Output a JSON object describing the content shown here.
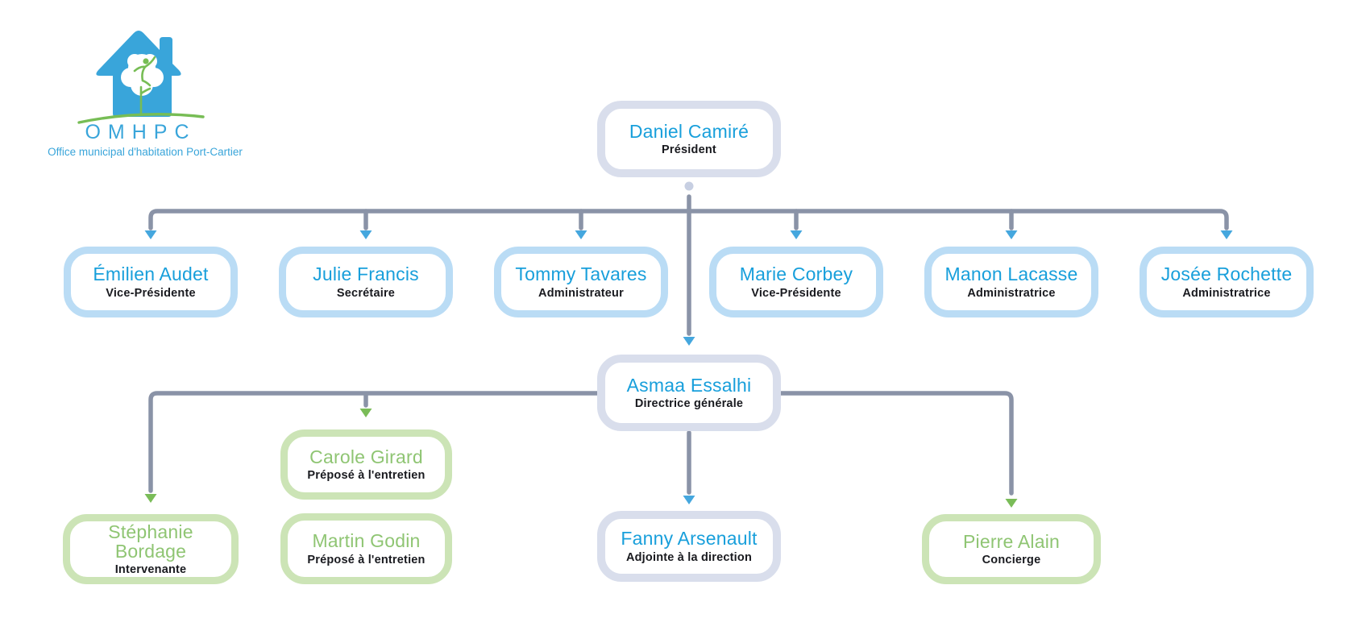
{
  "logo": {
    "acronym": "OMHPC",
    "subtitle": "Office municipal d'habitation Port-Cartier"
  },
  "palette": {
    "accent_blue": "#189fdb",
    "accent_green": "#8fc573",
    "border_blue": "#badcf5",
    "border_green": "#cce4b6",
    "border_gray": "#d9deec",
    "line_gray": "#8a93a7",
    "arrow_blue": "#45a7de",
    "arrow_green": "#7abc58",
    "dot": "#c7cfe2",
    "title_text": "#191a1f",
    "logo_blue": "#39a5da",
    "logo_green": "#77bd55"
  },
  "nodes": {
    "daniel": {
      "name": "Daniel Camiré",
      "title": "Président",
      "variant": "gray"
    },
    "emilien": {
      "name": "Émilien Audet",
      "title": "Vice-Présidente",
      "variant": "blue"
    },
    "julie": {
      "name": "Julie Francis",
      "title": "Secrétaire",
      "variant": "blue"
    },
    "tommy": {
      "name": "Tommy Tavares",
      "title": "Administrateur",
      "variant": "blue"
    },
    "marie": {
      "name": "Marie Corbey",
      "title": "Vice-Présidente",
      "variant": "blue"
    },
    "manon": {
      "name": "Manon Lacasse",
      "title": "Administratrice",
      "variant": "blue"
    },
    "josee": {
      "name": "Josée Rochette",
      "title": "Administratrice",
      "variant": "blue"
    },
    "asmaa": {
      "name": "Asmaa Essalhi",
      "title": "Directrice générale",
      "variant": "gray"
    },
    "carole": {
      "name": "Carole Girard",
      "title": "Préposé à l'entretien",
      "variant": "green"
    },
    "stephanie": {
      "name": "Stéphanie Bordage",
      "title": "Intervenante",
      "variant": "green"
    },
    "martin": {
      "name": "Martin Godin",
      "title": "Préposé à l'entretien",
      "variant": "green"
    },
    "fanny": {
      "name": "Fanny Arsenault",
      "title": "Adjointe à la direction",
      "variant": "gray"
    },
    "pierre": {
      "name": "Pierre Alain",
      "title": "Concierge",
      "variant": "green"
    }
  },
  "edges": [
    [
      "daniel",
      "emilien"
    ],
    [
      "daniel",
      "julie"
    ],
    [
      "daniel",
      "tommy"
    ],
    [
      "daniel",
      "marie"
    ],
    [
      "daniel",
      "manon"
    ],
    [
      "daniel",
      "josee"
    ],
    [
      "daniel",
      "asmaa"
    ],
    [
      "asmaa",
      "stephanie"
    ],
    [
      "asmaa",
      "carole"
    ],
    [
      "asmaa",
      "fanny"
    ],
    [
      "asmaa",
      "pierre"
    ]
  ]
}
